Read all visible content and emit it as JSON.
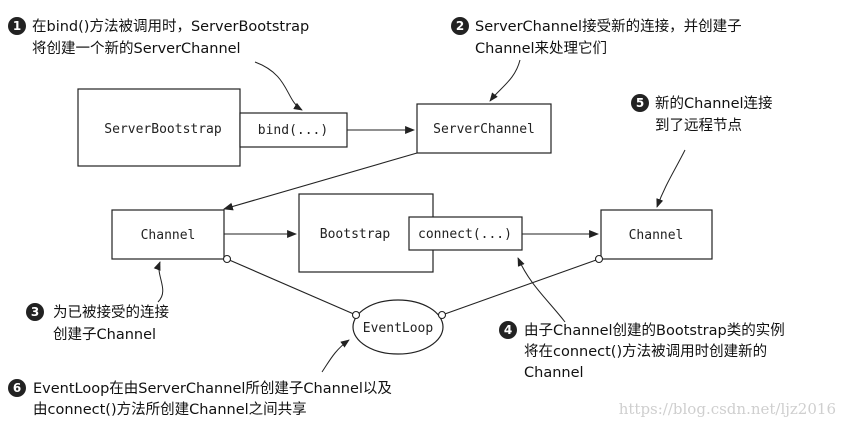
{
  "boxes": {
    "server_bootstrap": "ServerBootstrap",
    "bind": "bind(...)",
    "server_channel": "ServerChannel",
    "channel_left": "Channel",
    "bootstrap": "Bootstrap",
    "connect": "connect(...)",
    "channel_right": "Channel",
    "event_loop": "EventLoop"
  },
  "notes": [
    {
      "number": "1",
      "lines": [
        "在bind()方法被调用时，ServerBootstrap",
        "将创建一个新的ServerChannel"
      ]
    },
    {
      "number": "2",
      "lines": [
        "ServerChannel接受新的连接，并创建子",
        "Channel来处理它们"
      ]
    },
    {
      "number": "3",
      "lines": [
        "为已被接受的连接",
        "创建子Channel"
      ]
    },
    {
      "number": "4",
      "lines": [
        "由子Channel创建的Bootstrap类的实例",
        "将在connect()方法被调用时创建新的",
        "Channel"
      ]
    },
    {
      "number": "5",
      "lines": [
        "新的Channel连接",
        "到了远程节点"
      ]
    },
    {
      "number": "6",
      "lines": [
        "EventLoop在由ServerChannel所创建子Channel以及",
        "由connect()方法所创建Channel之间共享"
      ]
    }
  ],
  "watermark": "https://blog.csdn.net/ljz2016"
}
